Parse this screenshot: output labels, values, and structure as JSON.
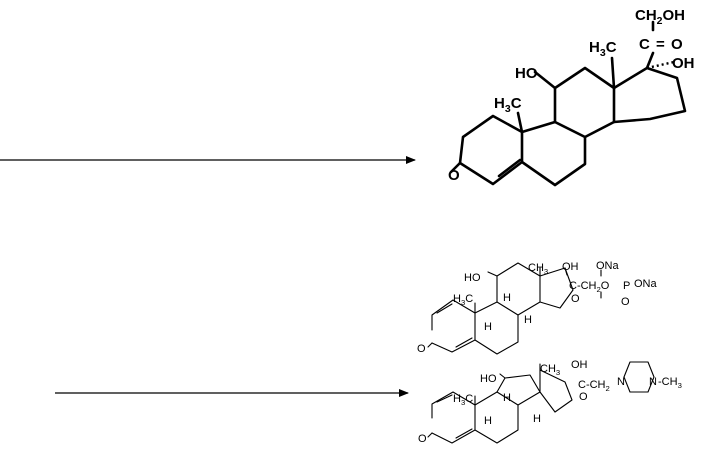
{
  "structure_1": {
    "labels": {
      "methyl_top": "H3C",
      "methyl_mid": "H3C",
      "ho_11": "HO",
      "ch2oh": "CH2OH",
      "carbonyl_c": "C",
      "carbonyl_eq": "=",
      "carbonyl_o": "O",
      "oh_17": "OH",
      "keto_o": "O"
    }
  },
  "structure_2": {
    "labels": {
      "ho": "HO",
      "ch3": "CH3",
      "oh": "OH",
      "h3c": "H3C",
      "h_9": "H",
      "h_8": "H",
      "h_14": "H",
      "chain": "C-CH2O",
      "p": "P",
      "ona_top": "ONa",
      "ona_right": "ONa",
      "o_below_c": "O",
      "o_below_p": "O",
      "o_keto": "O"
    }
  },
  "structure_3": {
    "labels": {
      "ho": "HO",
      "ch3": "CH3",
      "oh": "OH",
      "h3c": "H3C",
      "h_9": "H",
      "h_8": "H",
      "h_14": "H",
      "chain": "C-CH2",
      "n1": "N",
      "n2": "N",
      "n_methyl": "-CH3",
      "o_below_c": "O",
      "o_keto": "O"
    }
  },
  "colors": {
    "ink": "#000000",
    "background": "#ffffff"
  }
}
